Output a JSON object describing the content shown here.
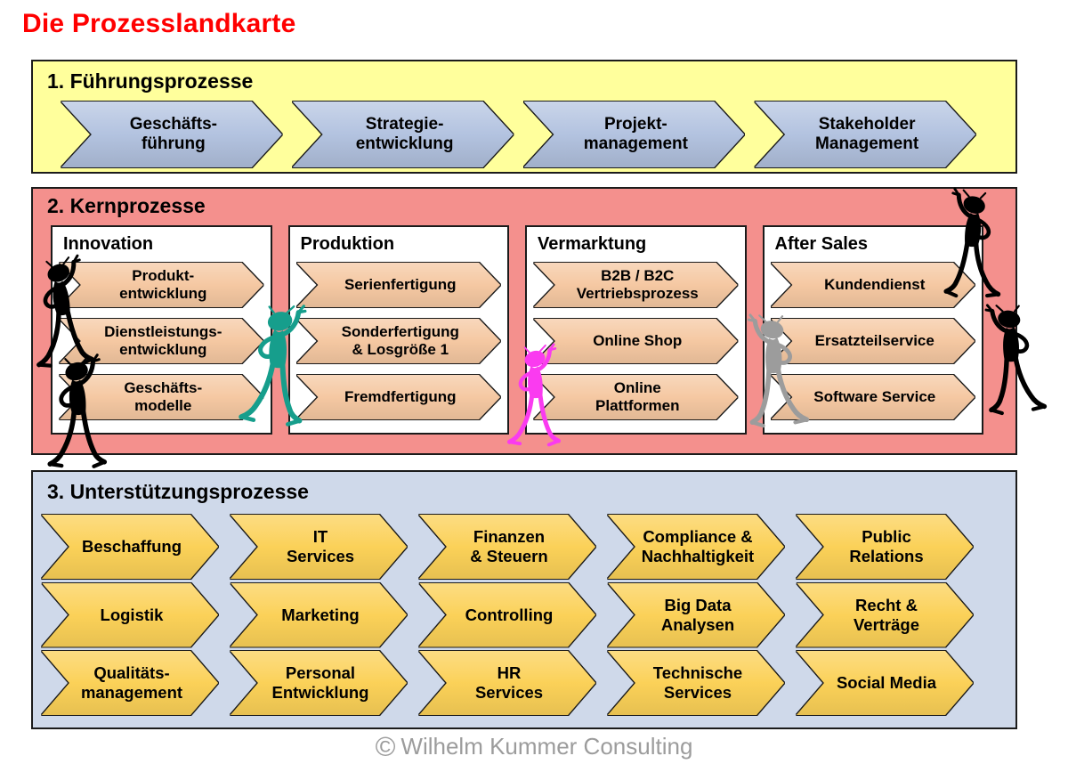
{
  "title": "Die Prozesslandkarte",
  "footer": {
    "copyright": "©",
    "text": "Wilhelm Kummer Consulting"
  },
  "colors": {
    "title_red": "#FF0000",
    "section1_bg": "#FFFF9C",
    "section2_bg": "#F4908D",
    "section3_bg": "#CFD9EA",
    "blue_arrow": "#B3C3E0",
    "salmon_arrow": "#F5C8A2",
    "yellow_arrow": "#FBD158",
    "border_dark": "#1B1B1B",
    "footer_gray": "#9C9C9C",
    "figure_black": "#000000",
    "figure_teal": "#169E8C",
    "figure_magenta": "#FA3BF0",
    "figure_gray": "#9C9C9C"
  },
  "sections": {
    "s1": {
      "heading": "1. Führungsprozesse",
      "arrows": [
        "Geschäfts-\nführung",
        "Strategie-\nentwicklung",
        "Projekt-\nmanagement",
        "Stakeholder\nManagement"
      ]
    },
    "s2": {
      "heading": "2. Kernprozesse",
      "groups": [
        {
          "title": "Innovation",
          "arrows": [
            "Produkt-\nentwicklung",
            "Dienstleistungs-\nentwicklung",
            "Geschäfts-\nmodelle"
          ]
        },
        {
          "title": "Produktion",
          "arrows": [
            "Serienfertigung",
            "Sonderfertigung\n& Losgröße 1",
            "Fremdfertigung"
          ]
        },
        {
          "title": "Vermarktung",
          "arrows": [
            "B2B / B2C\nVertriebsprozess",
            "Online Shop",
            "Online\nPlattformen"
          ]
        },
        {
          "title": "After Sales",
          "arrows": [
            "Kundendienst",
            "Ersatzteilservice",
            "Software Service"
          ]
        }
      ]
    },
    "s3": {
      "heading": "3. Unterstützungsprozesse",
      "rows": [
        [
          "Beschaffung",
          "IT\nServices",
          "Finanzen\n& Steuern",
          "Compliance &\nNachhaltigkeit",
          "Public\nRelations"
        ],
        [
          "Logistik",
          "Marketing",
          "Controlling",
          "Big Data\nAnalysen",
          "Recht &\nVerträge"
        ],
        [
          "Qualitäts-\nmanagement",
          "Personal\nEntwicklung",
          "HR\nServices",
          "Technische\nServices",
          "Social Media"
        ]
      ]
    }
  }
}
